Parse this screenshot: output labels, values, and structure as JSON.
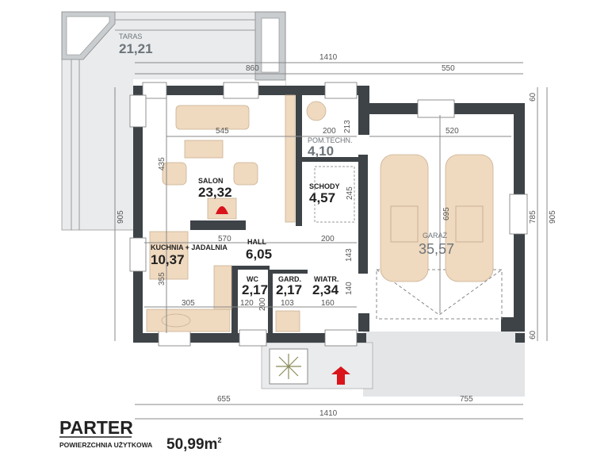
{
  "plan": {
    "title": "PARTER",
    "area_label": "POWIERZCHNIA UŻYTKOWA",
    "area_value": "50,99m",
    "area_unit_sup": "2",
    "colors": {
      "wall": "#3d4347",
      "furniture": "#efd9bf",
      "terrace": "#e9ebed",
      "entrance_arrow": "#d9141b"
    },
    "rooms": [
      {
        "name": "TARAS",
        "area": "21,21"
      },
      {
        "name": "SALON",
        "area": "23,32"
      },
      {
        "name": "POM.TECHN.",
        "area": "4,10"
      },
      {
        "name": "SCHODY",
        "area": "4,57"
      },
      {
        "name": "GARAŻ",
        "area": "35,57"
      },
      {
        "name": "HALL",
        "area": "6,05"
      },
      {
        "name": "KUCHNIA + JADALNIA",
        "area": "10,37"
      },
      {
        "name": "WC",
        "area": "2,17"
      },
      {
        "name": "GARD.",
        "area": "2,17"
      },
      {
        "name": "WIATR.",
        "area": "2,34"
      }
    ],
    "dimensions": {
      "top_total": "1410",
      "top_left": "860",
      "top_right": "550",
      "salon_width": "545",
      "pom_width": "200",
      "pom_depth": "213",
      "salon_depth": "435",
      "stairs_depth": "245",
      "garage_width": "520",
      "garage_depth": "695",
      "right_top": "60",
      "right_mid": "785",
      "right_bottom": "60",
      "right_total": "905",
      "left_total": "905",
      "hall_width_left": "570",
      "hall_width_right": "200",
      "hall_depth": "143",
      "kitchen_depth": "355",
      "wiatr_depth": "140",
      "kitchen_width": "305",
      "wc_width": "120",
      "wc_depth": "200",
      "gard_width": "103",
      "wiatr_width": "160",
      "bottom_left": "655",
      "bottom_right": "755",
      "bottom_total": "1410"
    }
  }
}
